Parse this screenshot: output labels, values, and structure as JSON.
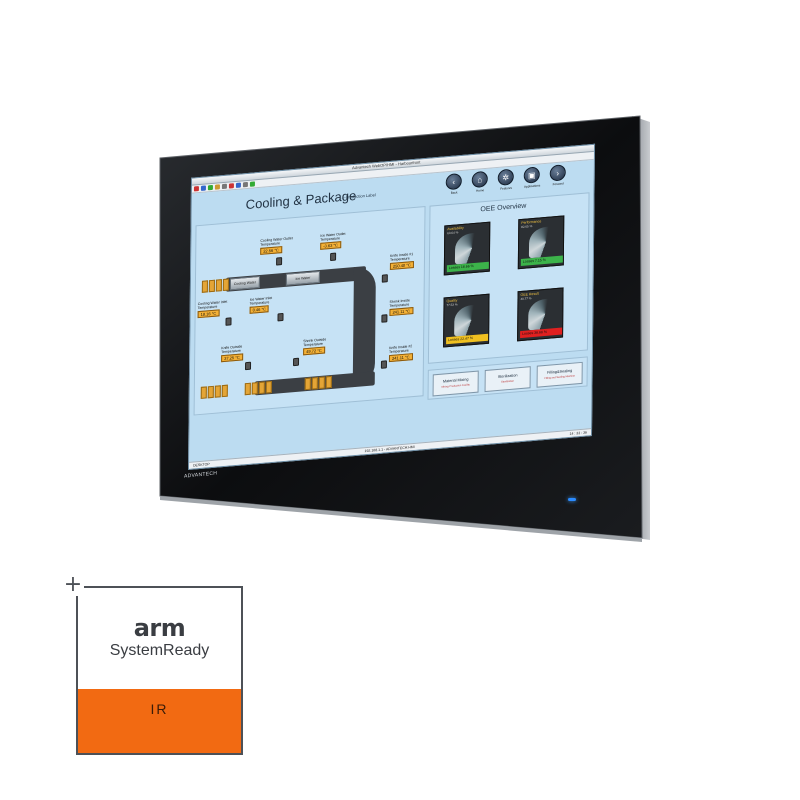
{
  "device": {
    "brand": "ADVANTECH",
    "window_title": "Advantech WebOP/HMI - Harbourfront",
    "screen": {
      "title": "Cooling & Package",
      "subtitle": "—Production Label",
      "nav": [
        {
          "label": "Back",
          "icon": "chevron-left-icon"
        },
        {
          "label": "Home",
          "icon": "home-icon"
        },
        {
          "label": "Features",
          "icon": "features-icon"
        },
        {
          "label": "Applications",
          "icon": "applications-icon"
        },
        {
          "label": "Forward",
          "icon": "chevron-right-icon"
        }
      ],
      "ovens": [
        "Cooling Water",
        "Ice Water"
      ],
      "readouts": [
        {
          "name": "Cooling Water Outlet",
          "tag": "Temperature",
          "value": "22.56 °C"
        },
        {
          "name": "Ice Water Outlet",
          "tag": "Temperature",
          "value": "-3.63 °C"
        },
        {
          "name": "Knife Inside #1",
          "tag": "Temperature",
          "value": "250.40 °C"
        },
        {
          "name": "Cooling Water Inlet",
          "tag": "Temperature",
          "value": "18.16 °C"
        },
        {
          "name": "Ice Water Inlet",
          "tag": "Temperature",
          "value": "0.46 °C"
        },
        {
          "name": "Shrink Inside",
          "tag": "Temperature",
          "value": "241.11 °C"
        },
        {
          "name": "Knife Outside",
          "tag": "Temperature",
          "value": "37.25 °C"
        },
        {
          "name": "Shrink Outside",
          "tag": "Temperature",
          "value": "49.72 °C"
        },
        {
          "name": "Knife Inside #2",
          "tag": "Temperature",
          "value": "241.11 °C"
        }
      ],
      "oee": {
        "title": "OEE Overview",
        "gauges": [
          {
            "name": "Availability",
            "pct": "63.64 %",
            "losses": "Losses  16.66 %",
            "bar_color": "#3cb34a"
          },
          {
            "name": "Performance",
            "pct": "82.65 %",
            "losses": "Losses   7.15 %",
            "bar_color": "#3cb34a"
          },
          {
            "name": "Quality",
            "pct": "77.53 %",
            "losses": "Losses  22.47 %",
            "bar_color": "#f0c020"
          },
          {
            "name": "OEE Result",
            "pct": "40.77 %",
            "losses": "Losses  36.66 %",
            "bar_color": "#e02020"
          }
        ]
      },
      "tasks": [
        {
          "label": "Material Mixing",
          "sub": "Mixing Production Facility"
        },
        {
          "label": "Sterilization",
          "sub": "Sterilization"
        },
        {
          "label": "Filling&Sealing",
          "sub": "Filling and Sealing Machine"
        }
      ],
      "status_left": "DESKTOP",
      "status_mid": "192.168.1.1 - ADVANTECH:HMI",
      "status_right": "14 : 33 : 36"
    },
    "led_color": "#2b8bff"
  },
  "badge": {
    "arm": "arm",
    "system_ready": "SystemReady",
    "tier": "IR",
    "accent": "#f26a12"
  }
}
